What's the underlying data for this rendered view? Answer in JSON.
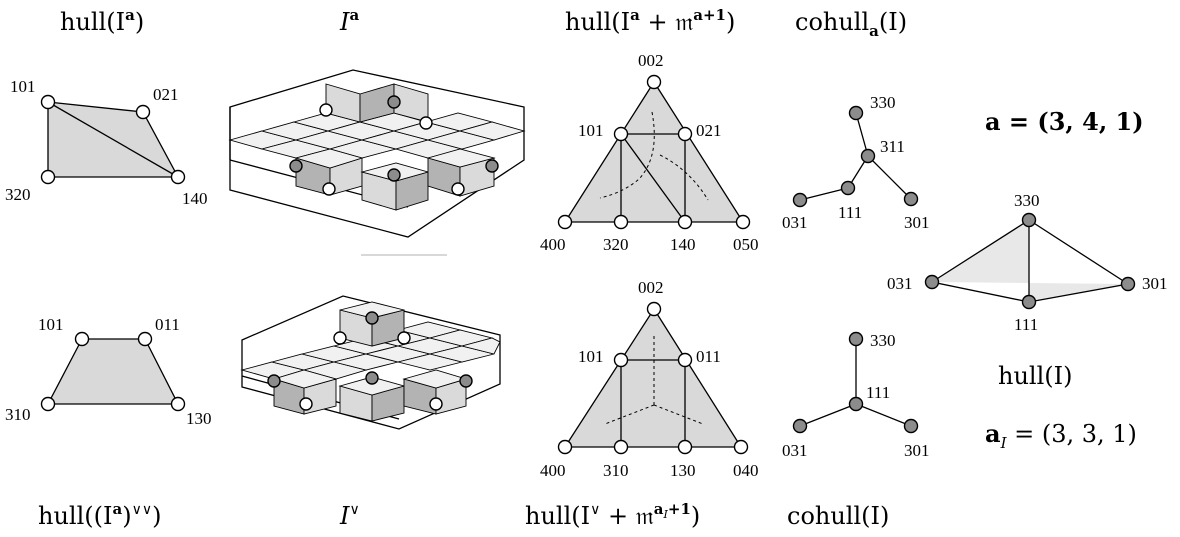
{
  "captions": {
    "top_hull": "hull(I",
    "top_hull_sup": "a",
    "top_hull_end": ")",
    "top_I": "I",
    "top_I_sup": "a",
    "top_hull2": "hull(I",
    "top_hull2_sup": "a",
    "top_hull2_mid": " + 𝔪",
    "top_hull2_sup2": "a+1",
    "top_hull2_end": ")",
    "top_cohull": "cohull",
    "top_cohull_sub": "a",
    "top_cohull_end": "(I)",
    "bot_hull": "hull((I",
    "bot_hull_sup": "a",
    "bot_hull_mid": ")",
    "bot_hull_sup2": "∨∨",
    "bot_hull_end": ")",
    "bot_I": "I",
    "bot_I_sup": "∨",
    "bot_hull2": "hull(I",
    "bot_hull2_sup": "∨",
    "bot_hull2_mid": " + 𝔪",
    "bot_hull2_sup2": "a",
    "bot_hull2_sub2": "I",
    "bot_hull2_sup3": "+1",
    "bot_hull2_end": ")",
    "bot_cohull": "cohull(I)",
    "a_vec": "a = (3, 4, 1)",
    "hull_I": "hull(I)",
    "aI_vec_a": "a",
    "aI_vec_sub": "I",
    "aI_vec_rest": " = (3, 3, 1)"
  },
  "top_row": {
    "quad_labels": [
      "101",
      "021",
      "320",
      "140"
    ],
    "triangle_labels": [
      "002",
      "101",
      "021",
      "400",
      "320",
      "140",
      "050"
    ],
    "cohull_labels": [
      "330",
      "311",
      "031",
      "111",
      "301"
    ]
  },
  "bottom_row": {
    "quad_labels": [
      "101",
      "011",
      "310",
      "130"
    ],
    "triangle_labels": [
      "002",
      "101",
      "011",
      "400",
      "310",
      "130",
      "040"
    ],
    "cohull_labels": [
      "330",
      "111",
      "031",
      "301"
    ]
  },
  "right_hull": {
    "labels": [
      "330",
      "031",
      "301",
      "111"
    ]
  }
}
